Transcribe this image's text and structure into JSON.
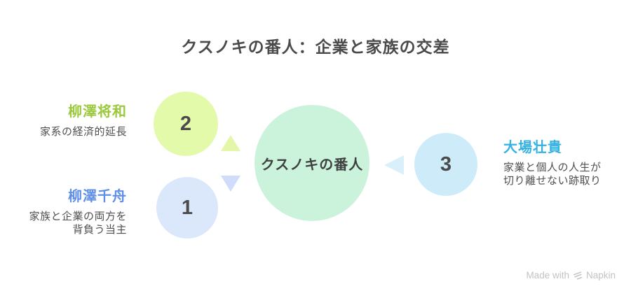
{
  "title": "クスノキの番人：企業と家族の交差",
  "center_node": {
    "label": "クスノキの番人"
  },
  "nodes": [
    {
      "number": "1",
      "name": "柳澤千舟",
      "description_lines": [
        "家族と企業の両方を",
        "背負う当主"
      ]
    },
    {
      "number": "2",
      "name": "柳澤将和",
      "description_lines": [
        "家系の経済的延長"
      ]
    },
    {
      "number": "3",
      "name": "大場壮貴",
      "description_lines": [
        "家業と個人の人生が",
        "切り離せない跡取り"
      ]
    }
  ],
  "icons": {
    "arrow_up": "triangle-up-icon",
    "arrow_down": "triangle-down-icon",
    "arrow_left": "triangle-left-icon",
    "napkin_logo": "napkin-logo-icon"
  },
  "colors": {
    "title_text": "#4a4a4a",
    "center_circle": "#cbf3dc",
    "circle_1": "#dbe7fb",
    "circle_2": "#e3faab",
    "circle_3": "#cdebf8",
    "name_1": "#5f8fe8",
    "name_2": "#9bc83d",
    "name_3": "#35b2e2",
    "description_text": "#4f4f4f",
    "arrow_up": "#e4f7a9",
    "arrow_down": "#cfdcfa",
    "arrow_left": "#d9effa",
    "watermark": "#c3c3c3"
  },
  "watermark": {
    "made_with": "Made with",
    "brand": "Napkin"
  }
}
